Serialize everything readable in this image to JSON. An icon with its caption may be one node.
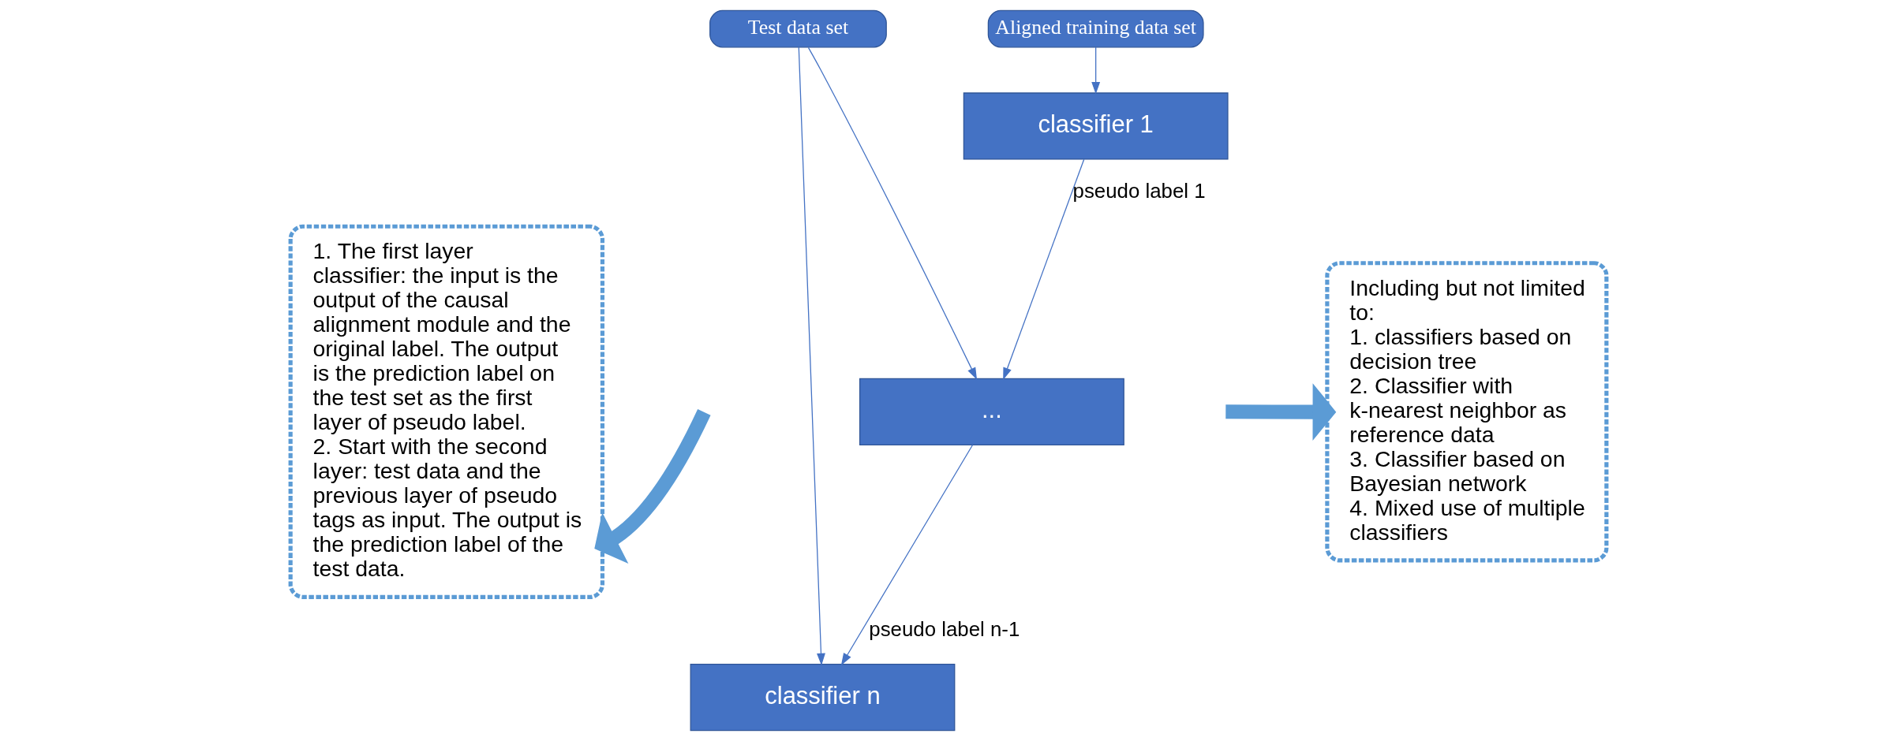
{
  "diagram": {
    "nodes": [
      {
        "text": [
          "1. The first layer classifier: the input is the output of the causal alignment module and the original label. The output is the prediction label on the test set as the first layer of pseudo label.",
          "2. Start with the second layer: test data and the previous layer of pseudo tags as input. The output is the prediction label of the test data."
        ]
      },
      {
        "text": [
          "Test data set"
        ]
      },
      {
        "text": [
          "Aligned training data set"
        ]
      },
      {
        "text": [
          "classifier 1"
        ]
      },
      {
        "text": [
          "..."
        ]
      },
      {
        "text": [
          "classifier n"
        ]
      },
      {
        "text": [
          "Including but not limited to:",
          "1. classifiers based on decision tree",
          "2. Classifier with k-nearest neighbor as reference data",
          "3. Classifier based on Bayesian network",
          "4. Mixed use of multiple classifiers"
        ]
      }
    ],
    "edges": [
      {
        "from": 2,
        "to": 3,
        "arrow": "to"
      },
      {
        "from": 1,
        "to": 4,
        "arrow": "to"
      },
      {
        "from": 1,
        "to": 5,
        "arrow": "to"
      },
      {
        "from": 3,
        "to": 4,
        "arrow": "to",
        "label": "pseudo label 1"
      },
      {
        "from": 4,
        "to": 5,
        "arrow": "to",
        "label": "pseudo label n-1"
      },
      {
        "from": null,
        "to": 0,
        "arrow": "to",
        "style": "thick",
        "color": "#5b9bd5"
      },
      {
        "from": null,
        "to": 6,
        "arrow": "to",
        "style": "thick",
        "color": "#5b9bd5"
      }
    ]
  }
}
